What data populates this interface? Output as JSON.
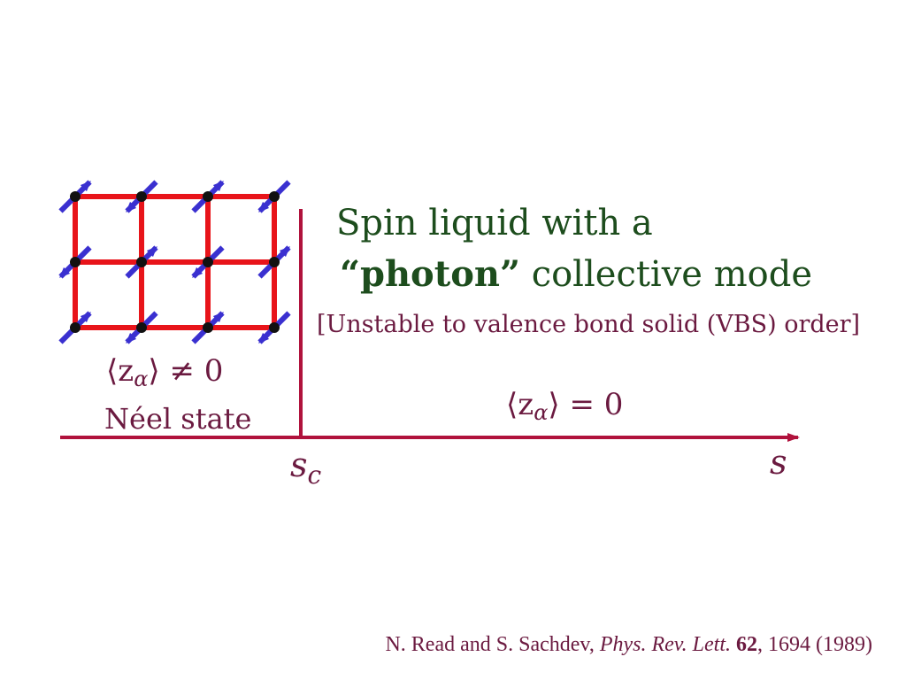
{
  "spin_liquid": {
    "line1": "Spin liquid with a",
    "photon": "“photon”",
    "line2_rest": " collective mode"
  },
  "unstable_note": "[Unstable to valence bond solid (VBS) order]",
  "neel": {
    "order_param_lhs": "⟨z",
    "order_param_sub": "α",
    "order_param_rhs": "⟩ ≠ 0",
    "label": "Néel state"
  },
  "disordered": {
    "order_param_lhs": "⟨z",
    "order_param_sub": "α",
    "order_param_rhs": "⟩ = 0"
  },
  "axis": {
    "critical_label": "s",
    "critical_sub": "c",
    "end_label": "s"
  },
  "citation": {
    "authors": "N. Read and S. Sachdev, ",
    "journal": "Phys. Rev. Lett.",
    "volume": "62",
    "pages_year": ", 1694 (1989)"
  },
  "colors": {
    "title_green": "#1d4d1d",
    "axis_maroon": "#b0123c",
    "lattice_red": "#e8141a",
    "spin_blue": "#3a30d0",
    "site_black": "#111111",
    "citation": "#6b1a40"
  }
}
